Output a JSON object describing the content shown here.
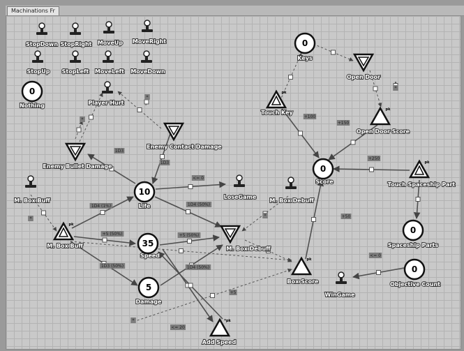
{
  "window": {
    "tab_title": "Machinations Fr"
  },
  "buttons": [
    {
      "id": "stopdown",
      "label": "StopDown"
    },
    {
      "id": "stopright",
      "label": "StopRight"
    },
    {
      "id": "moveup",
      "label": "MoveUp"
    },
    {
      "id": "moveright",
      "label": "MoveRight"
    },
    {
      "id": "stopup",
      "label": "StopUp"
    },
    {
      "id": "stopleft",
      "label": "StopLeft"
    },
    {
      "id": "moveleft",
      "label": "MoveLeft"
    },
    {
      "id": "movedown",
      "label": "MoveDown"
    }
  ],
  "pools": [
    {
      "id": "nothing",
      "label": "Nothing",
      "value": "0"
    },
    {
      "id": "keys",
      "label": "Keys",
      "value": "0"
    },
    {
      "id": "life",
      "label": "Life",
      "value": "10"
    },
    {
      "id": "score",
      "label": "Score",
      "value": "0"
    },
    {
      "id": "speed",
      "label": "Speed",
      "value": "35"
    },
    {
      "id": "damage",
      "label": "Damage",
      "value": "5"
    },
    {
      "id": "spaceship_parts",
      "label": "Spaceship Parts",
      "value": "0"
    },
    {
      "id": "objective_count",
      "label": "Objective Count",
      "value": "0"
    }
  ],
  "drains": [
    {
      "id": "open_door",
      "label": "Open Door"
    },
    {
      "id": "enemy_contact_damage",
      "label": "Enemy Contact Damage"
    },
    {
      "id": "enemy_bullet_damage",
      "label": "Enemy Bullet Damage"
    },
    {
      "id": "m_box_debuff",
      "label": "M. Box Debuff"
    }
  ],
  "sources": [
    {
      "id": "touch_key",
      "label": "Touch Key",
      "tag": "pk"
    },
    {
      "id": "open_door_score",
      "label": "Open Door Score",
      "tag": "pk"
    },
    {
      "id": "touch_spaceship_part",
      "label": "Touch Spaceship Part",
      "tag": "pk"
    },
    {
      "id": "m_box_buff",
      "label": "M. Box Buff",
      "tag": "pk"
    },
    {
      "id": "box_score",
      "label": "Box Score",
      "tag": "pk"
    },
    {
      "id": "add_speed",
      "label": "Add Speed",
      "tag": "*pk"
    }
  ],
  "end_conditions": [
    {
      "id": "player_hurt",
      "label": "Player Hurt"
    },
    {
      "id": "m_box_buff_trigger",
      "label": "M. Box Buff"
    },
    {
      "id": "m_box_debuff_trigger",
      "label": "M. Box Debuff"
    },
    {
      "id": "lose_game",
      "label": "LoseGame"
    },
    {
      "id": "win_game",
      "label": "WinGame"
    }
  ],
  "edge_labels": {
    "touch_key_score": "+100",
    "open_door_score": "+150",
    "spaceship_score": "+250",
    "box_score": "+50",
    "life_lose": "<= 0",
    "objective_win": "<= 0",
    "speed_add": "<= 20",
    "add_speed": "+5",
    "enemy_contact": "1D3",
    "enemy_bullet": "1D3",
    "buff_life": "1D4 (1%)",
    "buff_speed": "+5 (50%)",
    "buff_damage": "1D3 (50%)",
    "life_debuff": "1D4 (50%)",
    "debuff_speed": "+5 (50%)",
    "damage_debuff": "1D4 (50%)",
    "star": "*"
  }
}
